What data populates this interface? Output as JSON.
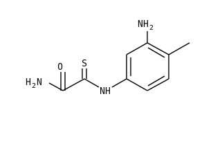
{
  "molecule": {
    "atoms": {
      "nh2_top": {
        "symbol": "N",
        "hydrogens": "H",
        "count": "2"
      },
      "nh2_left": {
        "symbol": "H",
        "count": "2",
        "symbol2": "N"
      },
      "oxygen": {
        "label": "O"
      },
      "sulfur": {
        "label": "S"
      },
      "nh": {
        "label": "NH"
      }
    },
    "colors": {
      "ink": "#000000",
      "background": "#ffffff"
    }
  }
}
